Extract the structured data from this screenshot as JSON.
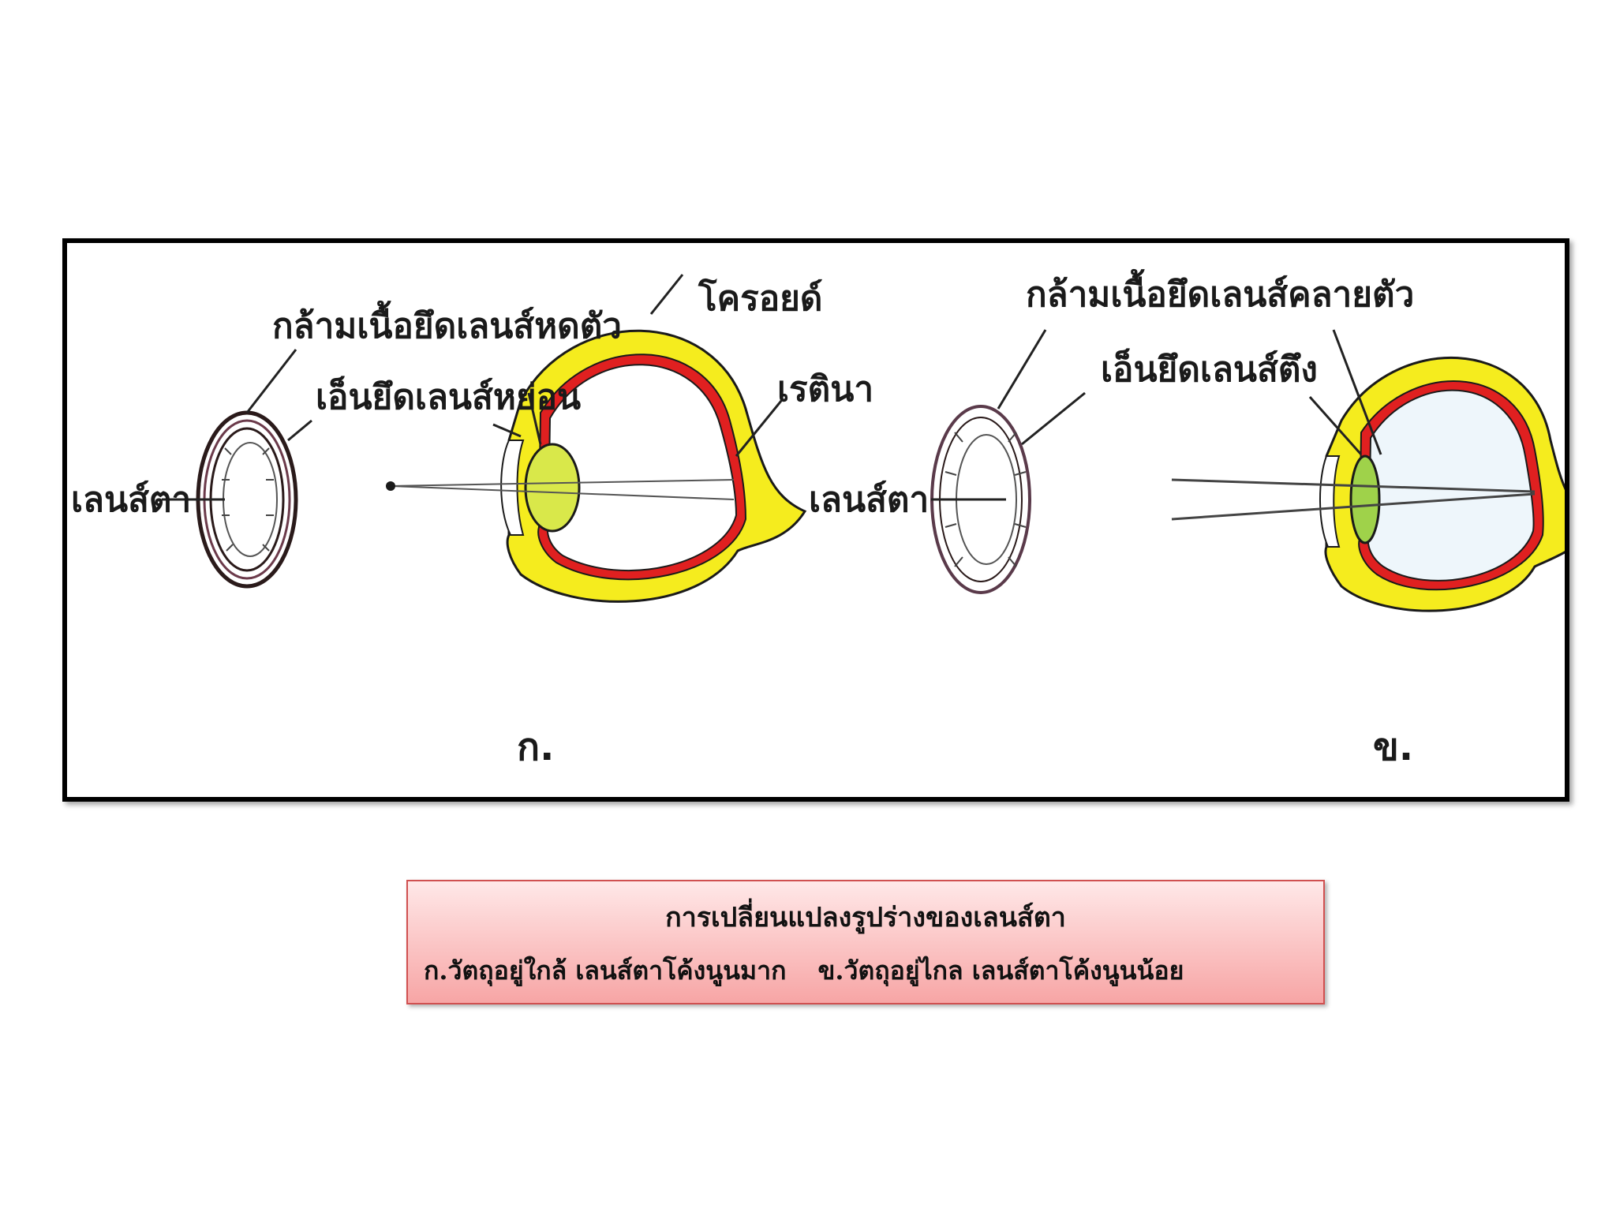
{
  "diagram": {
    "panel_a": {
      "label": "ก.",
      "muscle_label": "กล้ามเนื้อยึดเลนส์หดตัว",
      "ligament_label": "เอ็นยึดเลนส์หย่อน",
      "lens_label": "เลนส์ตา",
      "choroid_label": "โครอยด์",
      "retina_label": "เรตินา"
    },
    "panel_b": {
      "label": "ข.",
      "muscle_label": "กล้ามเนื้อยึดเลนส์คลายตัว",
      "ligament_label": "เอ็นยึดเลนส์ตึง",
      "lens_label": "เลนส์ตา"
    },
    "colors": {
      "sclera": "#f5ec1e",
      "choroid": "#e02020",
      "lens": "#d9e84a",
      "outline": "#1a1a1a"
    }
  },
  "caption": {
    "title": "การเปลี่ยนแปลงรูปร่างของเลนส์ตา",
    "part_a": "ก.วัตถุอยู่ใกล้ เลนส์ตาโค้งนูนมาก",
    "part_b": "ข.วัตถุอยู่ไกล เลนส์ตาโค้งนูนน้อย"
  }
}
